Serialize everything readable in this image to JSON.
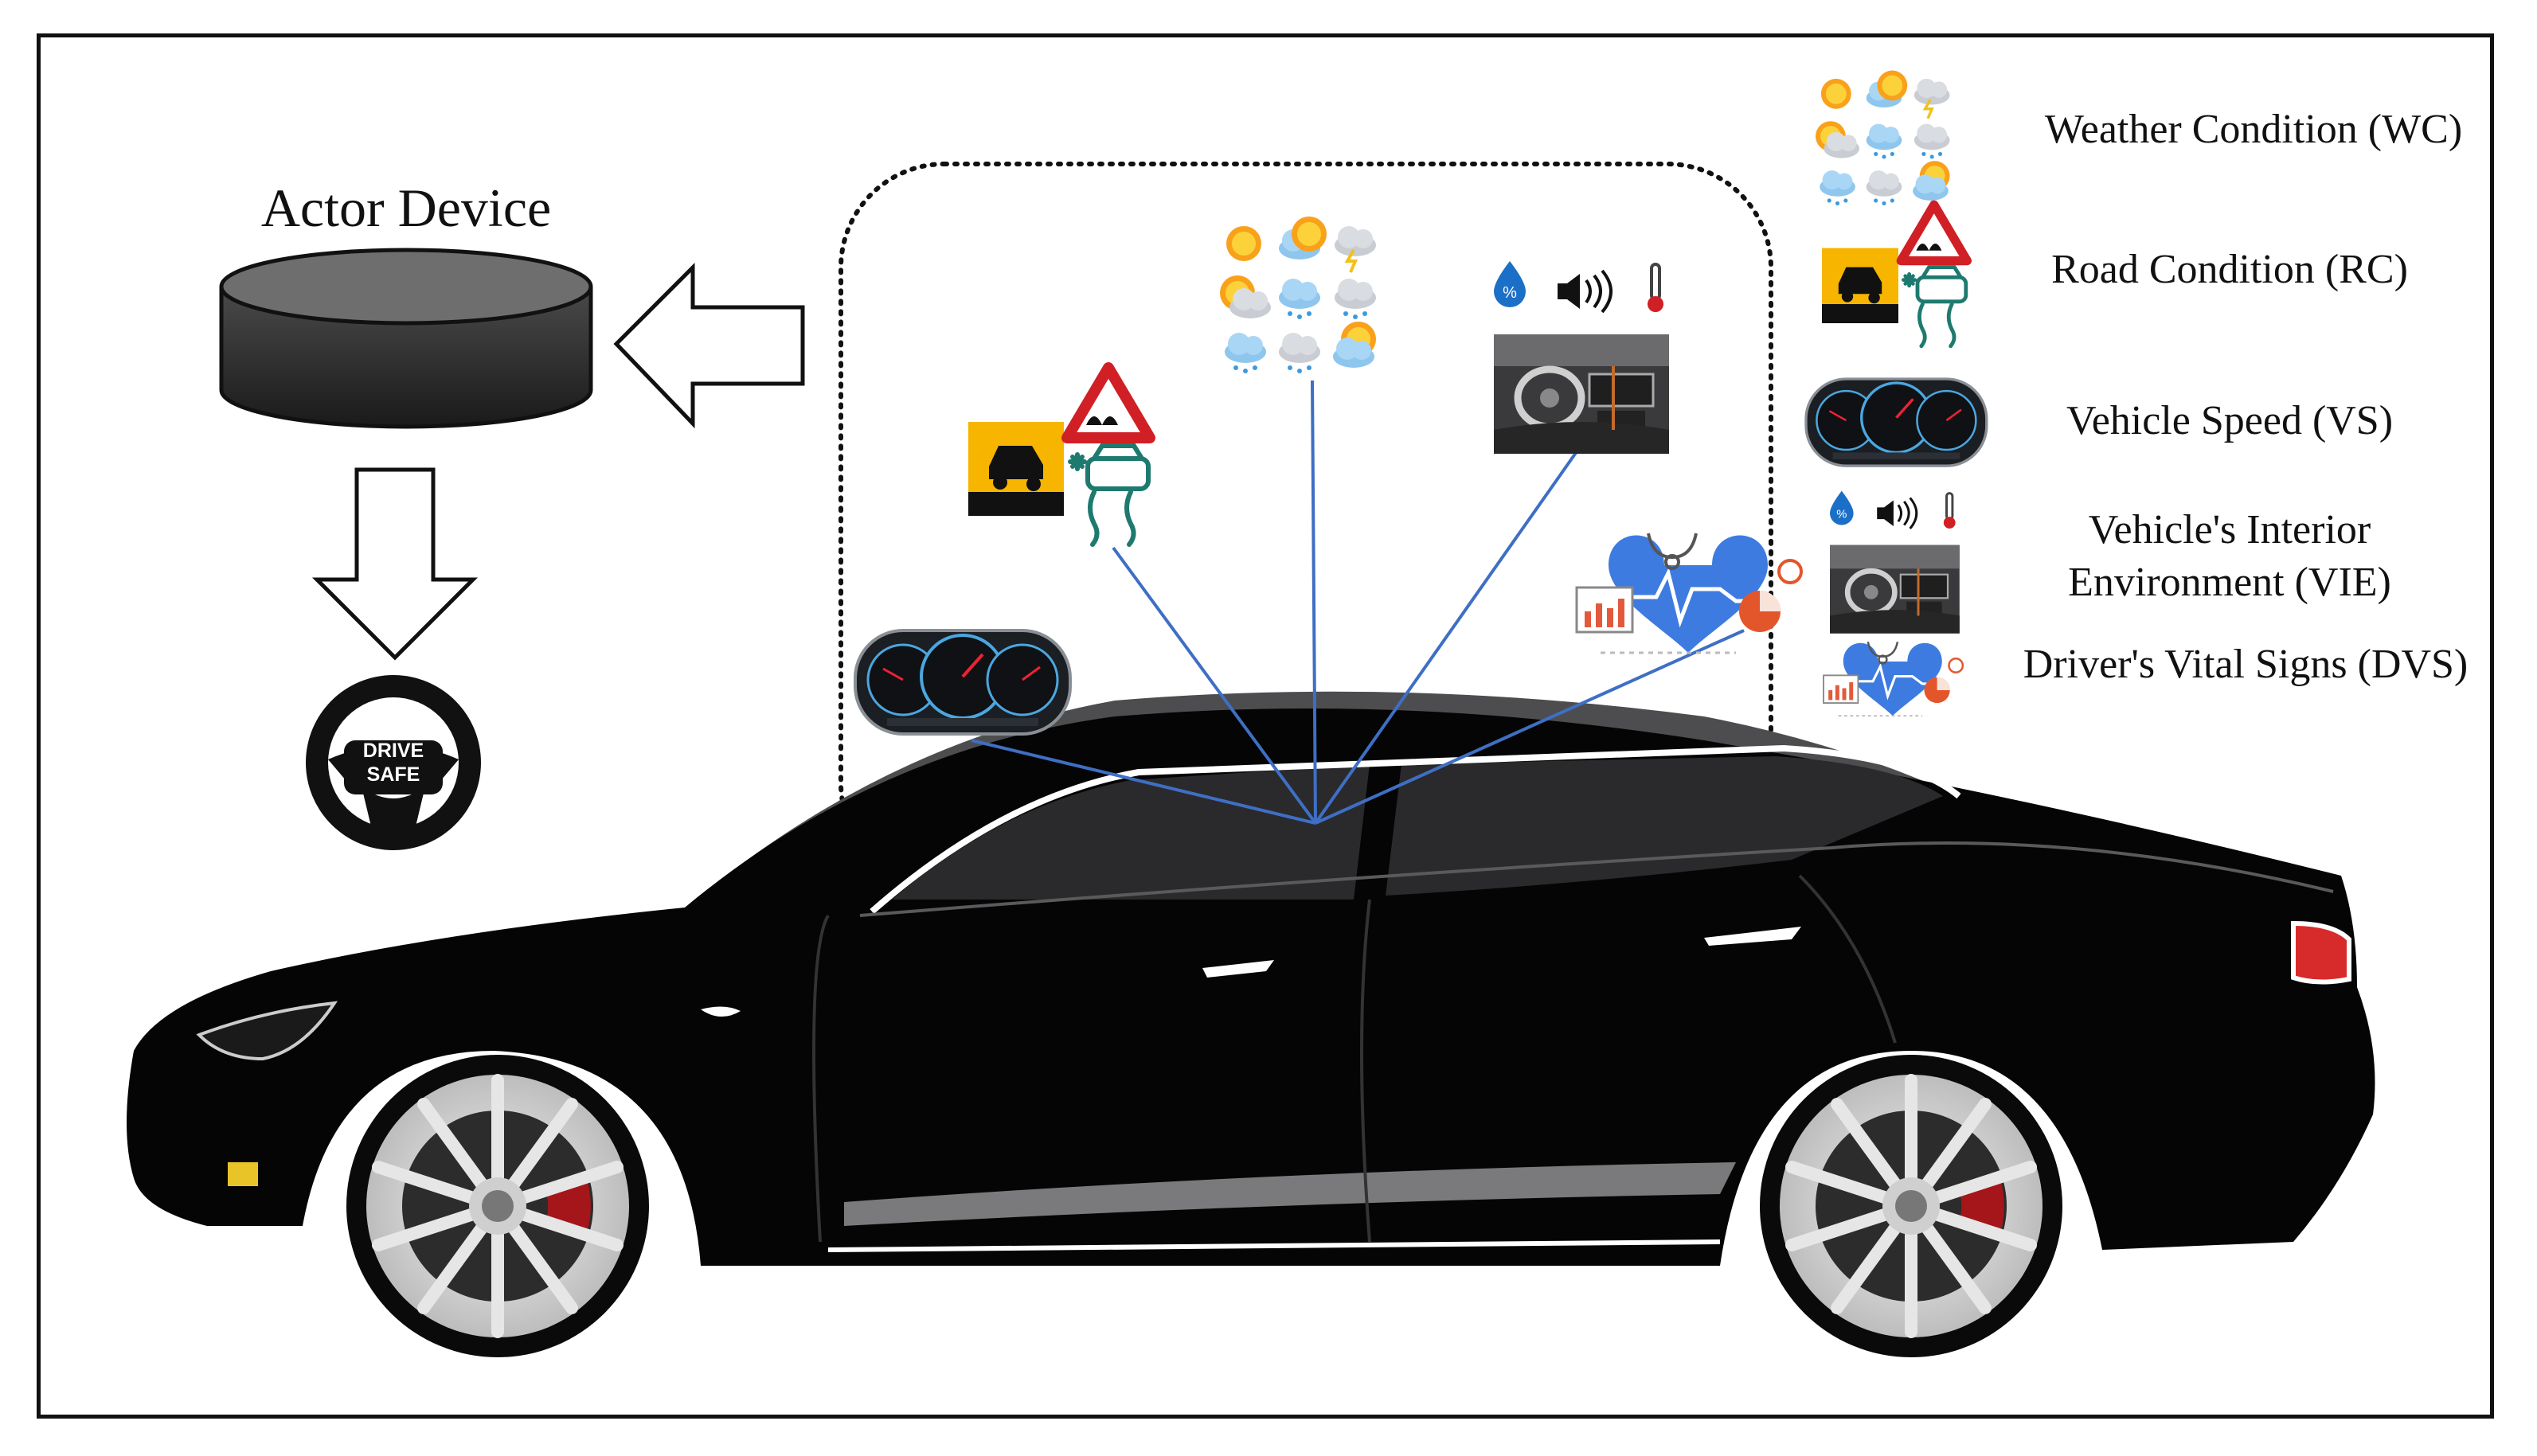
{
  "actor": {
    "title": "Actor Device"
  },
  "wheel": {
    "line1": "DRIVE",
    "line2": "SAFE"
  },
  "legend": {
    "wc": "Weather Condition (WC)",
    "rc": "Road Condition (RC)",
    "vs": "Vehicle Speed (VS)",
    "vie_line1": "Vehicle's Interior",
    "vie_line2": "Environment (VIE)",
    "dvs": "Driver's Vital Signs (DVS)"
  },
  "colors": {
    "car_body": "#050505",
    "connector": "#3e6fc4",
    "drum": "#2b2b2b",
    "warning_red": "#d11f26",
    "warning_yellow": "#f7b500",
    "snow_teal": "#1e7a6f",
    "heart_blue": "#3d7be0"
  },
  "icons": {
    "sensor_weather": "weather-icon-grid",
    "sensor_road": "road-condition-icon",
    "sensor_speed": "speedometer-icon",
    "sensor_interior": "vehicle-interior-icon",
    "sensor_vitals": "vital-signs-icon",
    "arrow_left": "arrow-left-icon",
    "arrow_down": "arrow-down-icon",
    "steering": "steering-wheel-icon",
    "storage": "database-drum-icon"
  }
}
